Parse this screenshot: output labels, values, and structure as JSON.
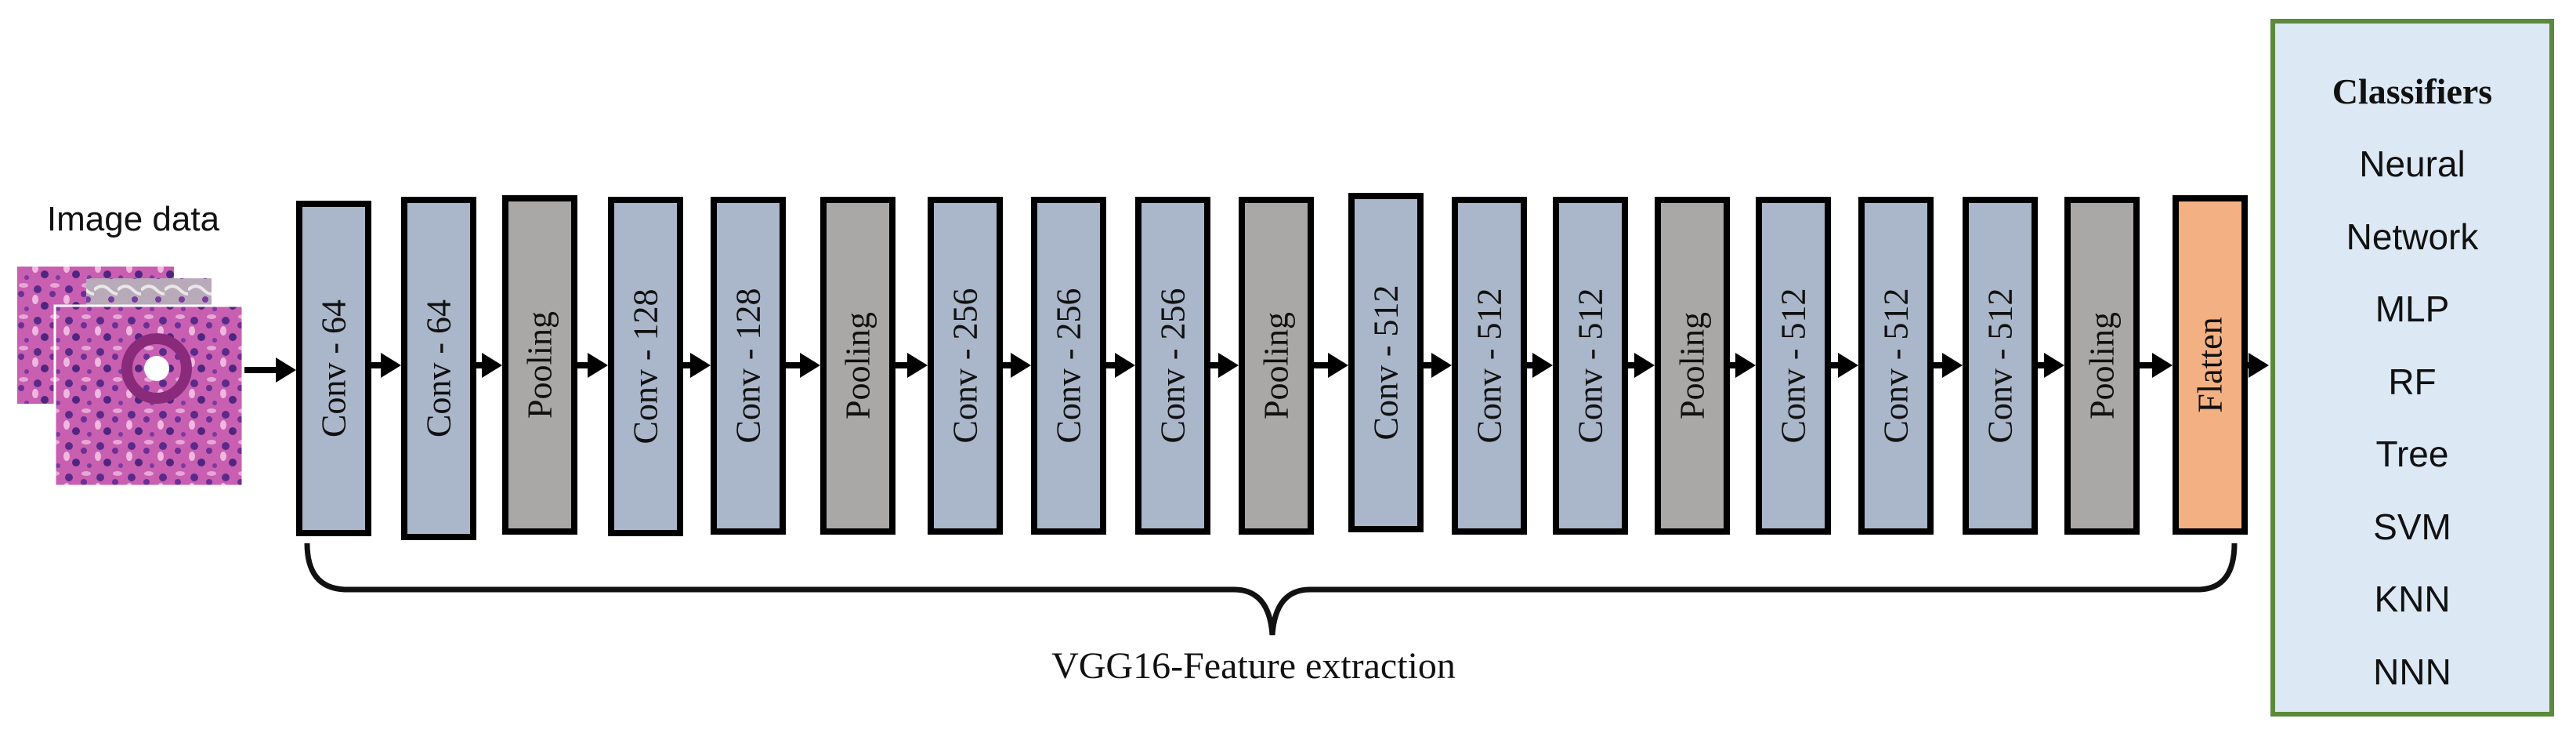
{
  "input": {
    "label": "Image data",
    "image_icon": "histology-image-stack-icon"
  },
  "layers": [
    {
      "label": "Conv - 64",
      "kind": "conv"
    },
    {
      "label": "Conv - 64",
      "kind": "conv"
    },
    {
      "label": "Pooling",
      "kind": "pool"
    },
    {
      "label": "Conv - 128",
      "kind": "conv"
    },
    {
      "label": "Conv - 128",
      "kind": "conv"
    },
    {
      "label": "Pooling",
      "kind": "pool"
    },
    {
      "label": "Conv - 256",
      "kind": "conv"
    },
    {
      "label": "Conv - 256",
      "kind": "conv"
    },
    {
      "label": "Conv - 256",
      "kind": "conv"
    },
    {
      "label": "Pooling",
      "kind": "pool"
    },
    {
      "label": "Conv - 512",
      "kind": "conv"
    },
    {
      "label": "Conv - 512",
      "kind": "conv"
    },
    {
      "label": "Conv - 512",
      "kind": "conv"
    },
    {
      "label": "Pooling",
      "kind": "pool"
    },
    {
      "label": "Conv - 512",
      "kind": "conv"
    },
    {
      "label": "Conv - 512",
      "kind": "conv"
    },
    {
      "label": "Conv - 512",
      "kind": "conv"
    },
    {
      "label": "Pooling",
      "kind": "pool"
    },
    {
      "label": "Flatten",
      "kind": "flatten"
    }
  ],
  "feature_extraction": {
    "label": "VGG16-Feature extraction"
  },
  "classifiers": {
    "title": "Classifiers",
    "items": [
      "Neural",
      "Network",
      "MLP",
      "RF",
      "Tree",
      "SVM",
      "KNN",
      "NNN"
    ]
  },
  "colors": {
    "conv": "#aab6c9",
    "pool": "#aaa7a7",
    "flatten": "#f3b083",
    "classifier_fill": "#dce8f4",
    "classifier_border": "#5a8a3a"
  }
}
